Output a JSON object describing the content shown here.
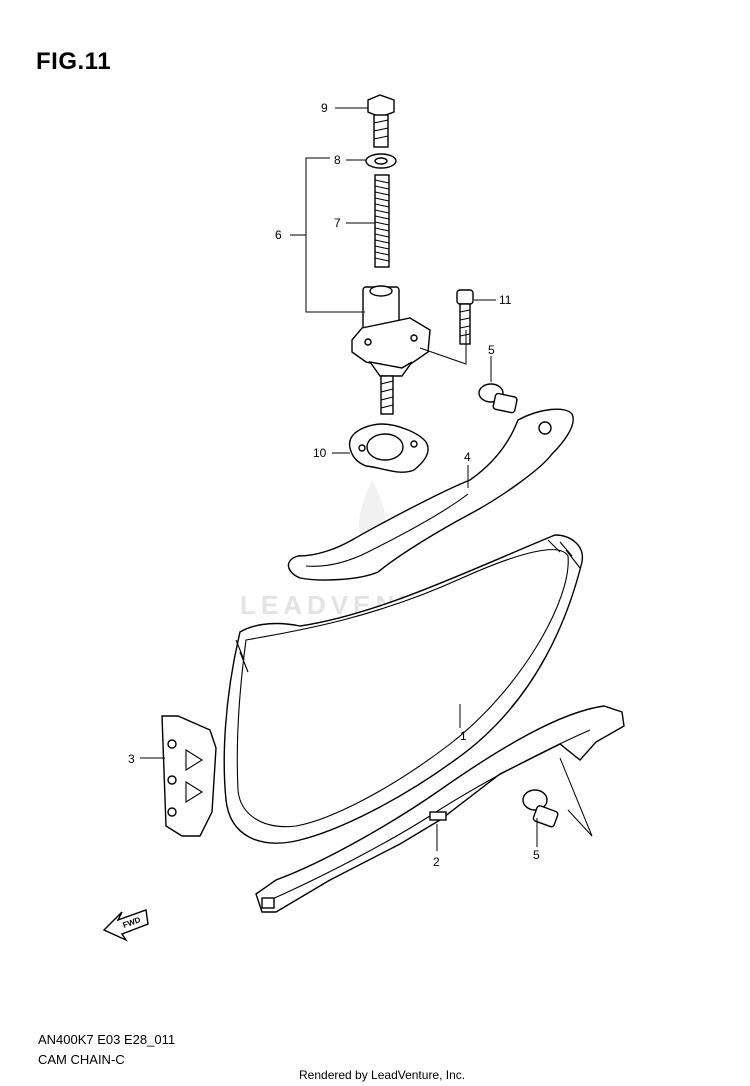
{
  "figure": {
    "title": "FIG.11",
    "code": "AN400K7 E03 E28_011",
    "caption": "CAM CHAIN-C",
    "credit": "Rendered by LeadVenture, Inc.",
    "watermark": "LEADVENTURE"
  },
  "callouts": [
    "1",
    "2",
    "3",
    "4",
    "5",
    "5",
    "6",
    "7",
    "8",
    "9",
    "10",
    "11"
  ],
  "icons": {
    "direction_arrow": "FWD"
  }
}
